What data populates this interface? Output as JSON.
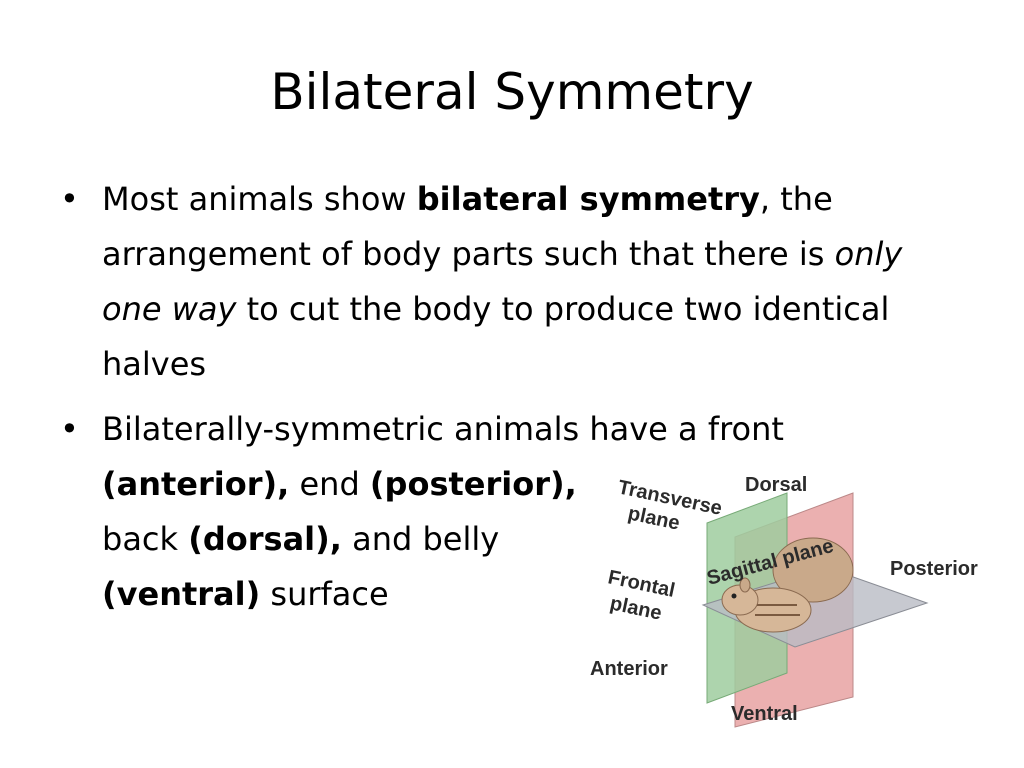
{
  "slide": {
    "title": "Bilateral Symmetry",
    "bullets": [
      {
        "parts": [
          {
            "text": "Most animals show ",
            "style": "normal"
          },
          {
            "text": "bilateral symmetry",
            "style": "bold"
          },
          {
            "text": ", the arrangement of body parts such that there is ",
            "style": "normal"
          },
          {
            "text": "only one way",
            "style": "italic"
          },
          {
            "text": " to cut the body to produce two identical halves",
            "style": "normal"
          }
        ]
      },
      {
        "parts": [
          {
            "text": "Bilaterally-symmetric animals have a front",
            "style": "normal"
          },
          {
            "text": "(anterior),",
            "style": "bold"
          },
          {
            "text": " end ",
            "style": "normal"
          },
          {
            "text": "(posterior),",
            "style": "bold"
          },
          {
            "text": "back ",
            "style": "normal"
          },
          {
            "text": "(dorsal),",
            "style": "bold"
          },
          {
            "text": " and belly",
            "style": "normal"
          },
          {
            "text": "(ventral)",
            "style": "bold"
          },
          {
            "text": " surface",
            "style": "normal"
          }
        ]
      }
    ]
  },
  "diagram": {
    "labels": {
      "dorsal": "Dorsal",
      "transverse_1": "Transverse",
      "transverse_2": "plane",
      "sagittal": "Sagittal plane",
      "posterior": "Posterior",
      "frontal_1": "Frontal",
      "frontal_2": "plane",
      "anterior": "Anterior",
      "ventral": "Ventral"
    },
    "colors": {
      "sagittal_plane": "#e8a2a2",
      "transverse_plane": "#9fcc9f",
      "frontal_plane": "#b9bcc4",
      "animal": "#c9a98a"
    }
  }
}
